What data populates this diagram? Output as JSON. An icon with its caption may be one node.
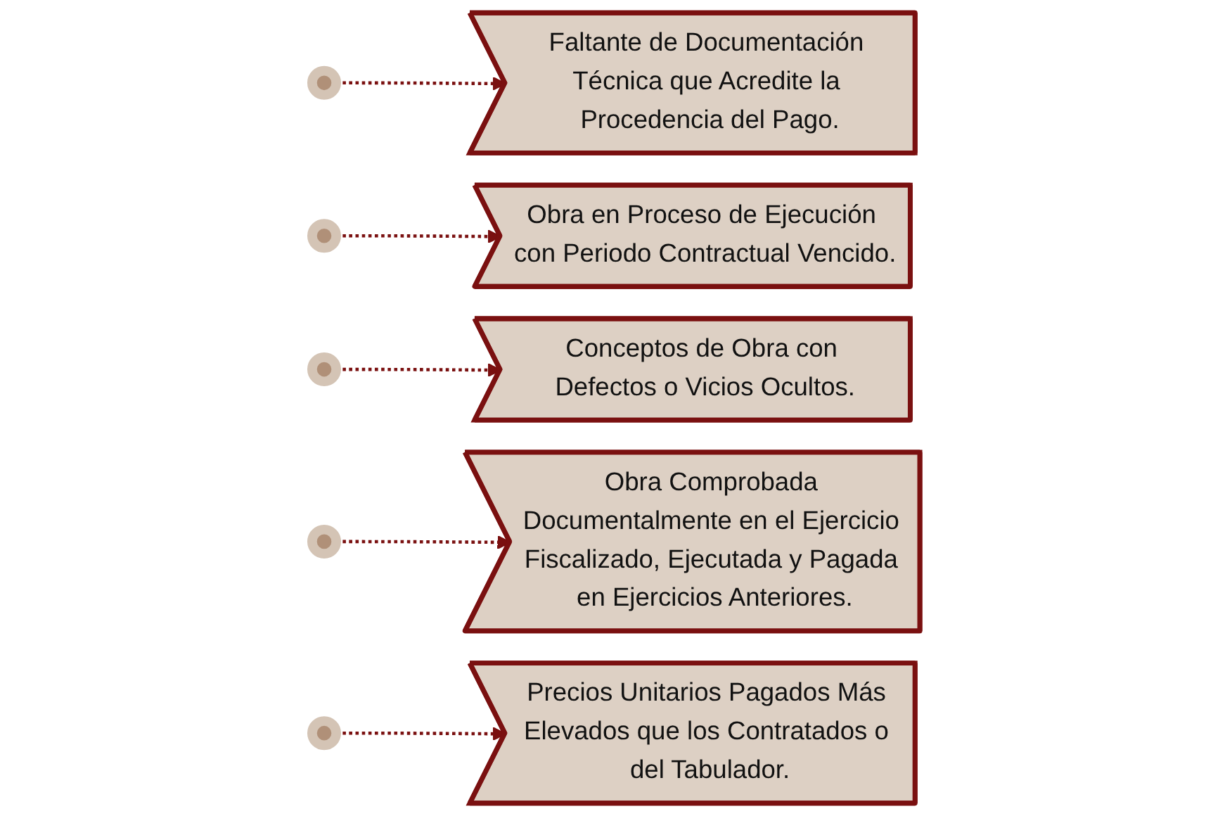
{
  "diagram": {
    "nodes": [
      {
        "text": [],
        "shape": "circle"
      },
      {
        "text": [
          "Faltante de Documentación Técnica que Acredite la Procedencia del Pago."
        ]
      },
      {
        "text": [],
        "shape": "circle"
      },
      {
        "text": [
          "Obra en Proceso de Ejecución con Periodo Contractual Vencido."
        ]
      },
      {
        "text": [],
        "shape": "circle"
      },
      {
        "text": [
          "Conceptos de Obra con Defectos o Vicios Ocultos."
        ]
      },
      {
        "text": [],
        "shape": "circle"
      },
      {
        "text": [
          "Obra Comprobada Documentalmente en el Ejercicio Fiscalizado, Ejecutada y Pagada en Ejercicios Anteriores."
        ]
      },
      {
        "text": [],
        "shape": "circle"
      },
      {
        "text": [
          "Precios Unitarios Pagados Más Elevados que los Contratados o del Tabulador."
        ]
      }
    ],
    "edges": [
      {
        "from": 0,
        "to": 1,
        "arrow": "to",
        "style": "dashed"
      },
      {
        "from": 2,
        "to": 3,
        "arrow": "to",
        "style": "dashed"
      },
      {
        "from": 4,
        "to": 5,
        "arrow": "to",
        "style": "dashed"
      },
      {
        "from": 6,
        "to": 7,
        "arrow": "to",
        "style": "dashed"
      },
      {
        "from": 8,
        "to": 9,
        "arrow": "to",
        "style": "dashed"
      }
    ]
  }
}
